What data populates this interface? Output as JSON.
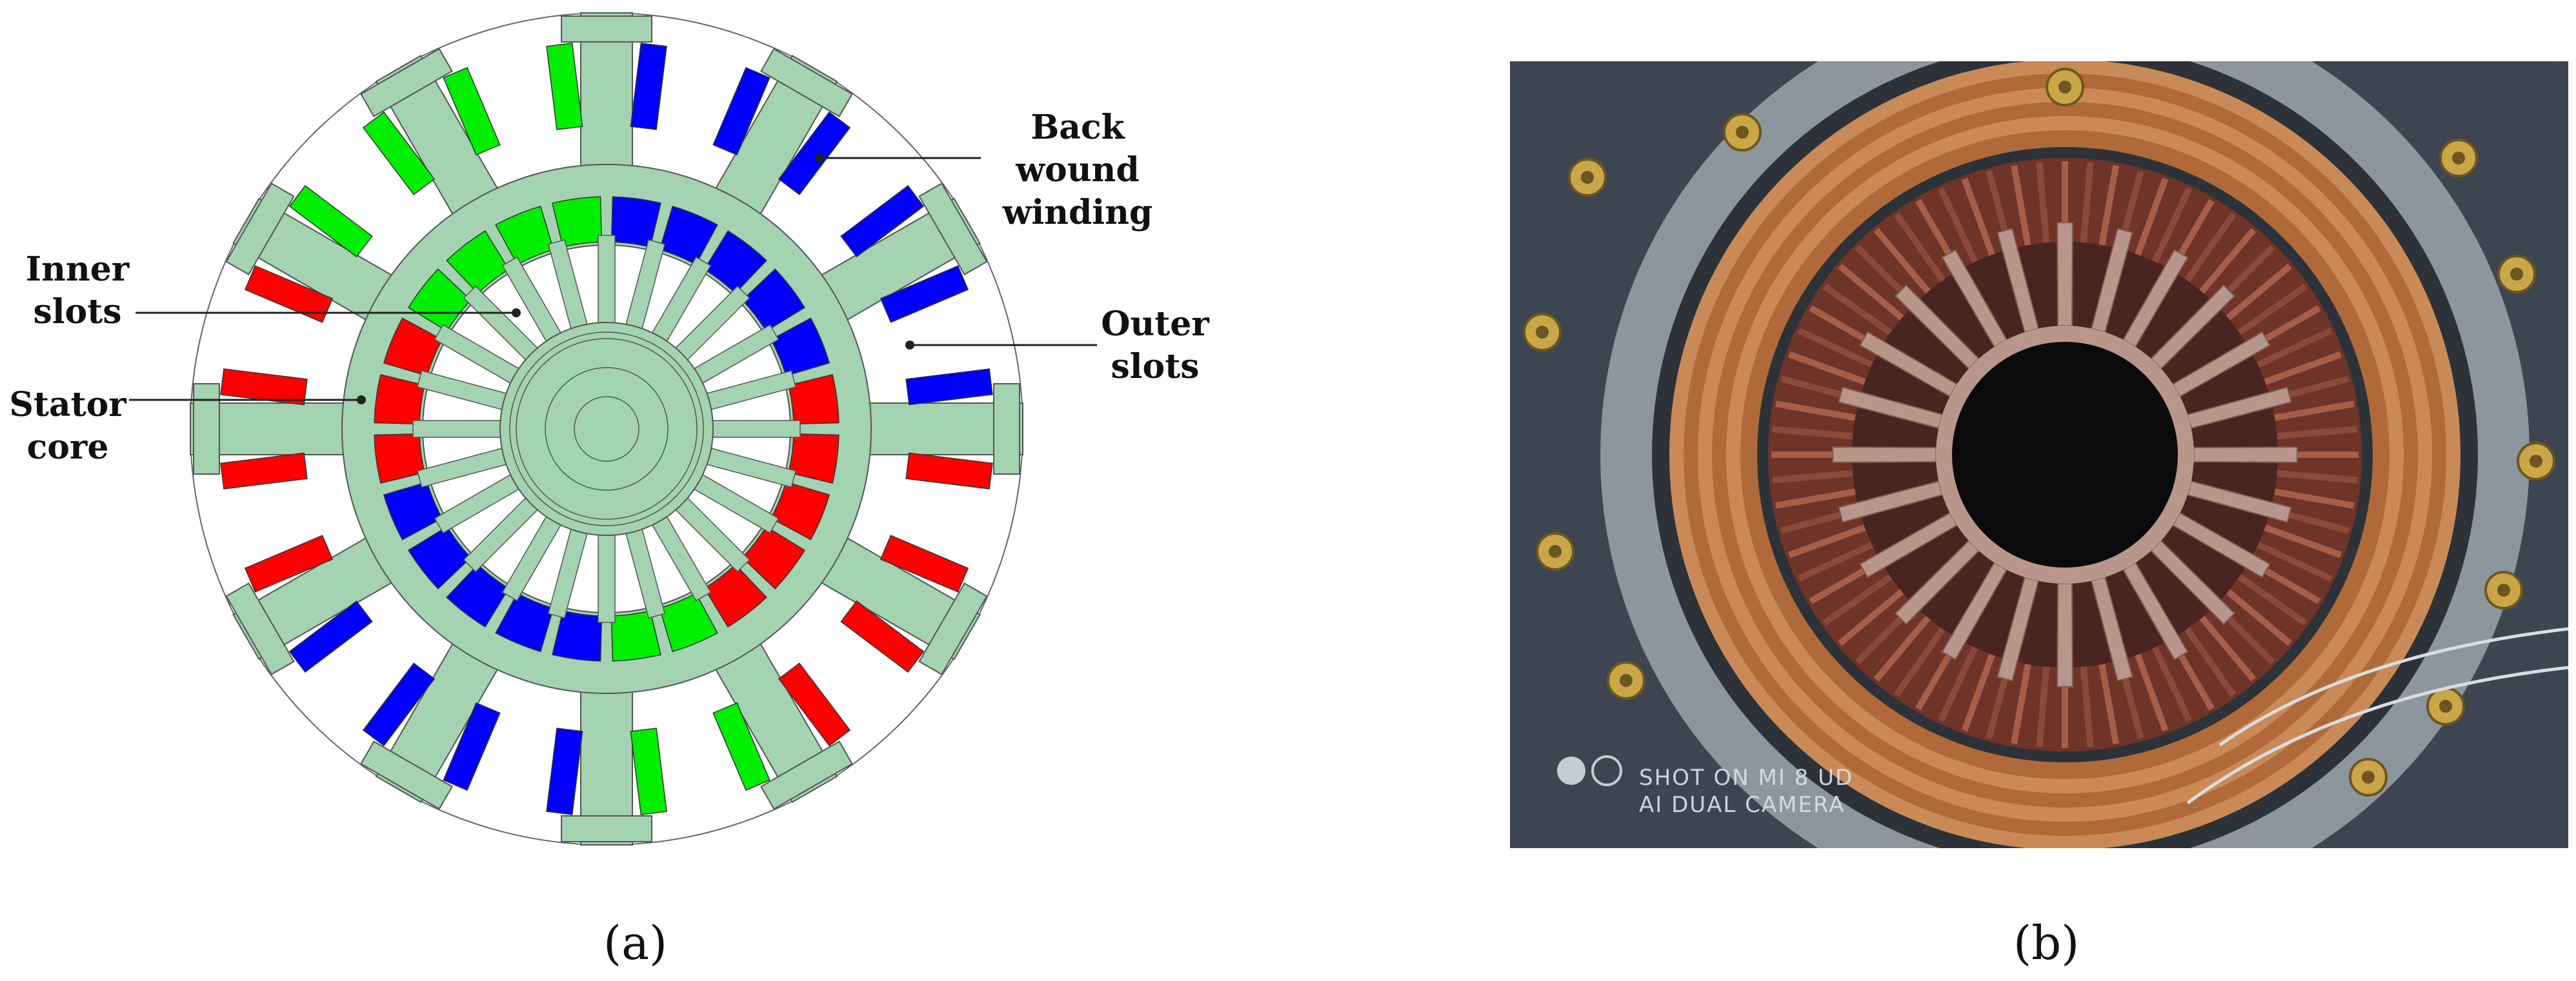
{
  "panel_a": {
    "labels": {
      "back_wound_winding": "Back wound\nwinding",
      "inner_slots": "Inner\nslots",
      "outer_slots": "Outer\nslots",
      "stator_core": "Stator\ncore"
    },
    "caption": "(a)",
    "colors": {
      "core": "#a3d3b1",
      "phase_red": "#ff0000",
      "phase_green": "#00ee00",
      "phase_blue": "#0000ff"
    }
  },
  "panel_b": {
    "caption": "(b)",
    "photo_watermark": [
      "SHOT ON MI 8 UD",
      "AI DUAL CAMERA"
    ]
  }
}
